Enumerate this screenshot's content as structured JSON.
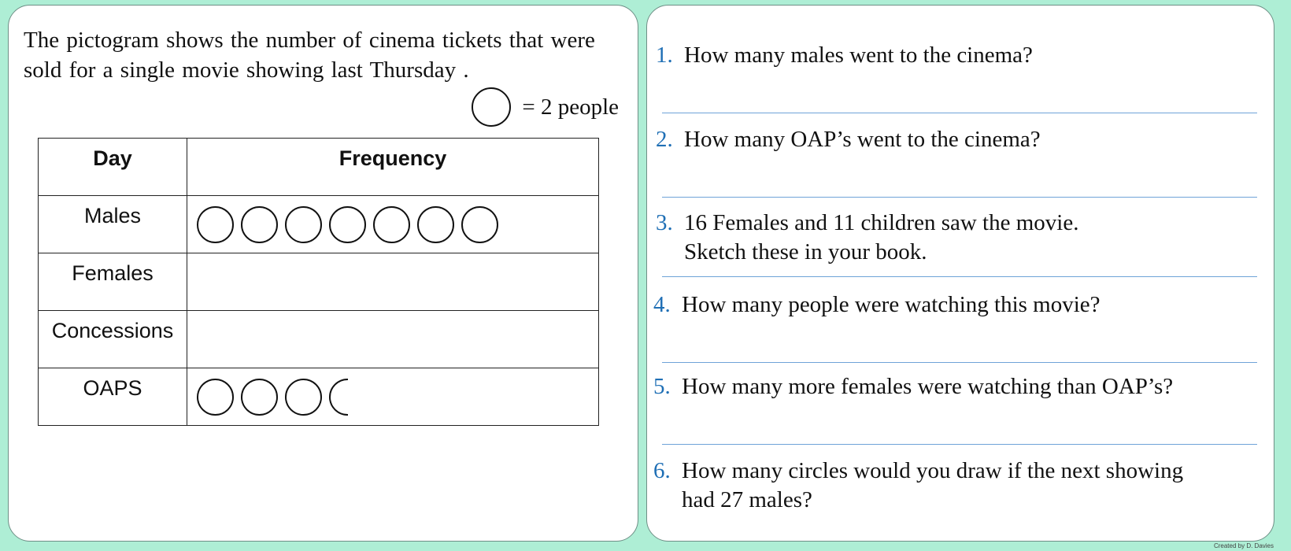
{
  "left": {
    "intro": "The pictogram shows the number of cinema tickets that were sold for a single movie showing last Thursday .",
    "key_label": "= 2 people",
    "table": {
      "headers": [
        "Day",
        "Frequency"
      ],
      "rows": [
        {
          "label": "Males",
          "full_circles": 7,
          "half_circles": 0
        },
        {
          "label": "Females",
          "full_circles": 0,
          "half_circles": 0
        },
        {
          "label": "Concessions",
          "full_circles": 0,
          "half_circles": 0
        },
        {
          "label": "OAPS",
          "full_circles": 3,
          "half_circles": 1
        }
      ]
    }
  },
  "questions": [
    {
      "num": "1.",
      "line1": "How many males went to the cinema?",
      "line2": ""
    },
    {
      "num": "2.",
      "line1": "How many OAP’s went to the cinema?",
      "line2": ""
    },
    {
      "num": "3.",
      "line1": "16 Females and 11 children saw the movie.",
      "line2": "Sketch these in your book."
    },
    {
      "num": "4.",
      "line1": "How many people were watching this movie?",
      "line2": ""
    },
    {
      "num": "5.",
      "line1": "How many more females were watching than OAP’s?",
      "line2": ""
    },
    {
      "num": "6.",
      "line1": "How many circles would you draw if the next showing",
      "line2": "had 27 males?"
    }
  ],
  "credit": "Created by D. Davies"
}
